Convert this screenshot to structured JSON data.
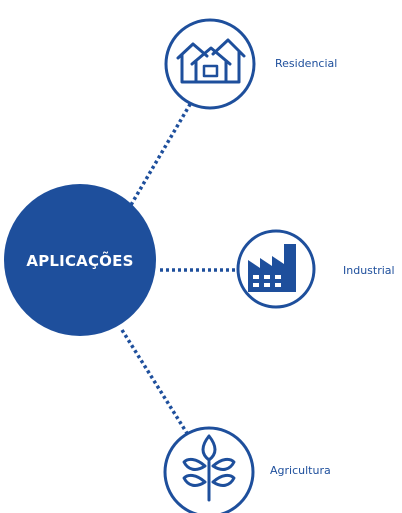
{
  "center": {
    "label": "APLICAÇÕES"
  },
  "applications": [
    {
      "label": "Residencial",
      "icon": "houses-icon"
    },
    {
      "label": "Industrial",
      "icon": "factory-icon"
    },
    {
      "label": "Agricultura",
      "icon": "wheat-icon"
    }
  ],
  "colors": {
    "primary": "#1e4f9c",
    "background": "#ffffff"
  }
}
